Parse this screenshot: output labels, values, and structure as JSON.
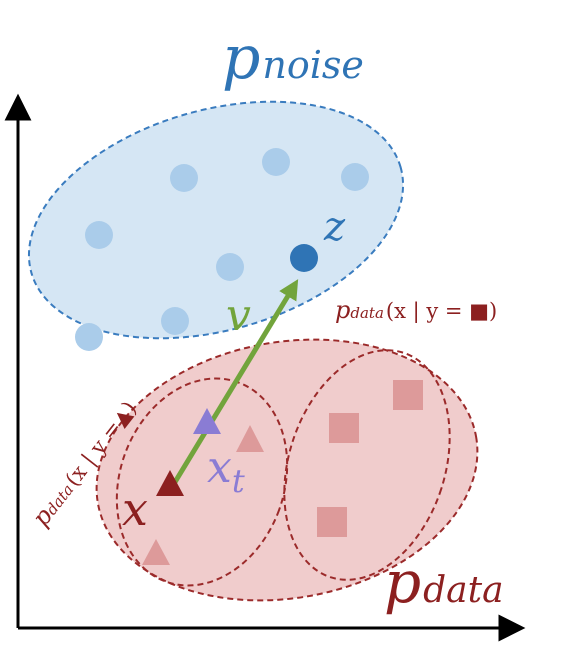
{
  "labels": {
    "p_noise_main": "p",
    "p_noise_sub": "noise",
    "p_data_main": "p",
    "p_data_sub": "data",
    "z": "z",
    "v": "v",
    "x": "x",
    "xt_main": "x",
    "xt_sub": "t",
    "cond_square_p": "p",
    "cond_square_sub": "data",
    "cond_square_rest": "(x | y = ■)",
    "cond_tri_p": "p",
    "cond_tri_sub": "data",
    "cond_tri_rest": "(x | y =▲)"
  },
  "colors": {
    "noise_fill": "#d5e6f4",
    "noise_stroke": "#3a7cbf",
    "noise_point": "#aaccea",
    "z_point": "#2f74b5",
    "noise_text": "#2f74b5",
    "data_fill": "#f0cccc",
    "data_stroke": "#9b2a2a",
    "data_point": "#dd9a9a",
    "data_text": "#8c2020",
    "x_point": "#8c2020",
    "xt_point": "#8a7cd4",
    "xt_text": "#8a7cd4",
    "arrow": "#72a43c",
    "axis": "#000000"
  }
}
